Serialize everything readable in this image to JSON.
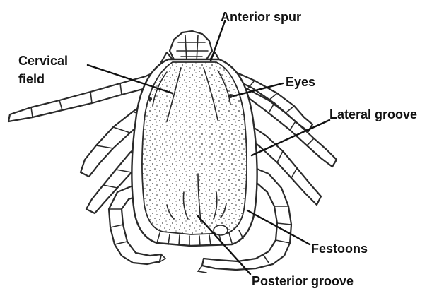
{
  "diagram": {
    "labels": {
      "anterior_spur": "Anterior spur",
      "cervical_field_line1": "Cervical",
      "cervical_field_line2": "field",
      "eyes": "Eyes",
      "lateral_groove": "Lateral groove",
      "festoons": "Festoons",
      "posterior_groove": "Posterior groove"
    },
    "colors": {
      "outline": "#2a2a2a",
      "stipple": "#333333",
      "background": "#ffffff",
      "text": "#111111"
    }
  }
}
